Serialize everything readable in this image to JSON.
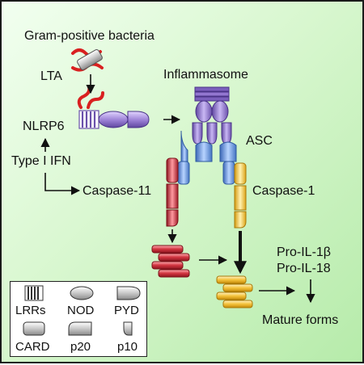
{
  "labels": {
    "gram_positive": "Gram-positive bacteria",
    "lta": "LTA",
    "nlrp6": "NLRP6",
    "type1_ifn": "Type I IFN",
    "inflammasome": "Inflammasome",
    "asc": "ASC",
    "caspase11": "Caspase-11",
    "caspase1": "Caspase-1",
    "pro_il1b": "Pro-IL-1β",
    "pro_il18": "Pro-IL-18",
    "mature": "Mature forms"
  },
  "legend": {
    "lrrs": "LRRs",
    "nod": "NOD",
    "pyd": "PYD",
    "card": "CARD",
    "p20": "p20",
    "p10": "p10"
  },
  "colors": {
    "background_light": "#f2fff0",
    "background_dark": "#b6ebaa",
    "nlrp6_purple": "#8a6fc4",
    "asc_blue": "#6c9de0",
    "caspase11_red": "#c8303c",
    "caspase1_yellow": "#f4c23c",
    "lta_red": "#d92020"
  }
}
